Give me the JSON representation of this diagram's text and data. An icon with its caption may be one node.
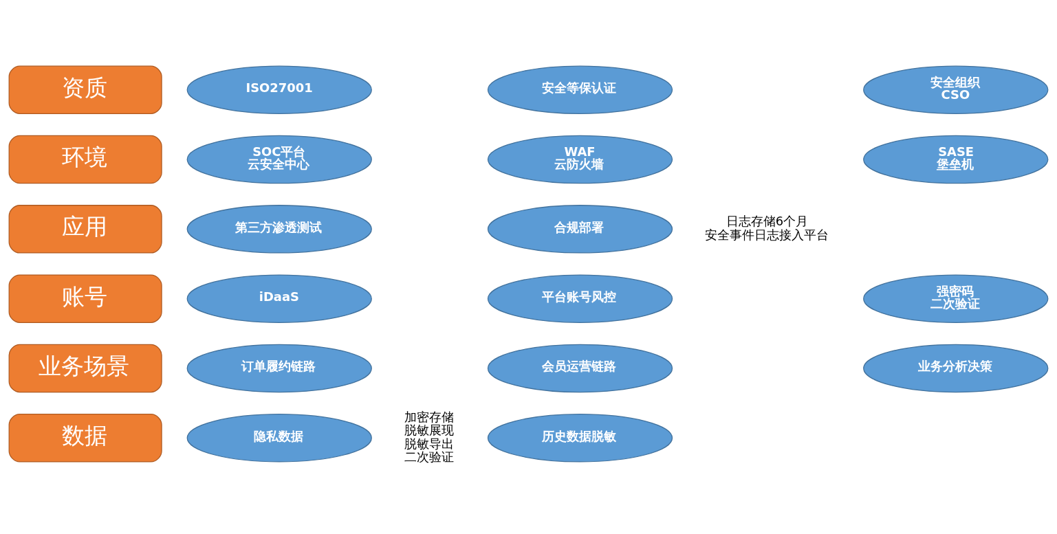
{
  "diagram": {
    "nodes": [
      {
        "text": [
          "数据"
        ]
      },
      {
        "text": [
          "隐私数据"
        ],
        "beside": [
          "加密存储",
          "脱敏展现",
          "脱敏导出",
          "二次验证"
        ]
      },
      {
        "text": [
          "历史数据脱敏"
        ]
      },
      {
        "text": [
          "业务场景"
        ]
      },
      {
        "text": [
          "订单履约链路"
        ]
      },
      {
        "text": [
          "会员运营链路"
        ]
      },
      {
        "text": [
          "业务分析决策"
        ]
      },
      {
        "text": [
          "账号"
        ]
      },
      {
        "text": [
          "iDaaS"
        ]
      },
      {
        "text": [
          "平台账号风控"
        ]
      },
      {
        "text": [
          "强密码",
          "二次验证"
        ]
      },
      {
        "text": [
          "应用"
        ]
      },
      {
        "text": [
          "第三方渗透测试"
        ]
      },
      {
        "text": [
          "合规部署"
        ],
        "beside": [
          "日志存储6个月",
          "安全事件日志接入平台"
        ]
      },
      {
        "text": [
          "环境"
        ]
      },
      {
        "text": [
          "SOC平台",
          "云安全中心"
        ]
      },
      {
        "text": [
          "WAF",
          "云防火墙"
        ]
      },
      {
        "text": [
          "SASE",
          "堡垒机"
        ]
      },
      {
        "text": [
          "资质"
        ]
      },
      {
        "text": [
          "ISO27001"
        ]
      },
      {
        "text": [
          "安全等保认证"
        ]
      },
      {
        "text": [
          "安全组织",
          "CSO"
        ]
      }
    ]
  }
}
